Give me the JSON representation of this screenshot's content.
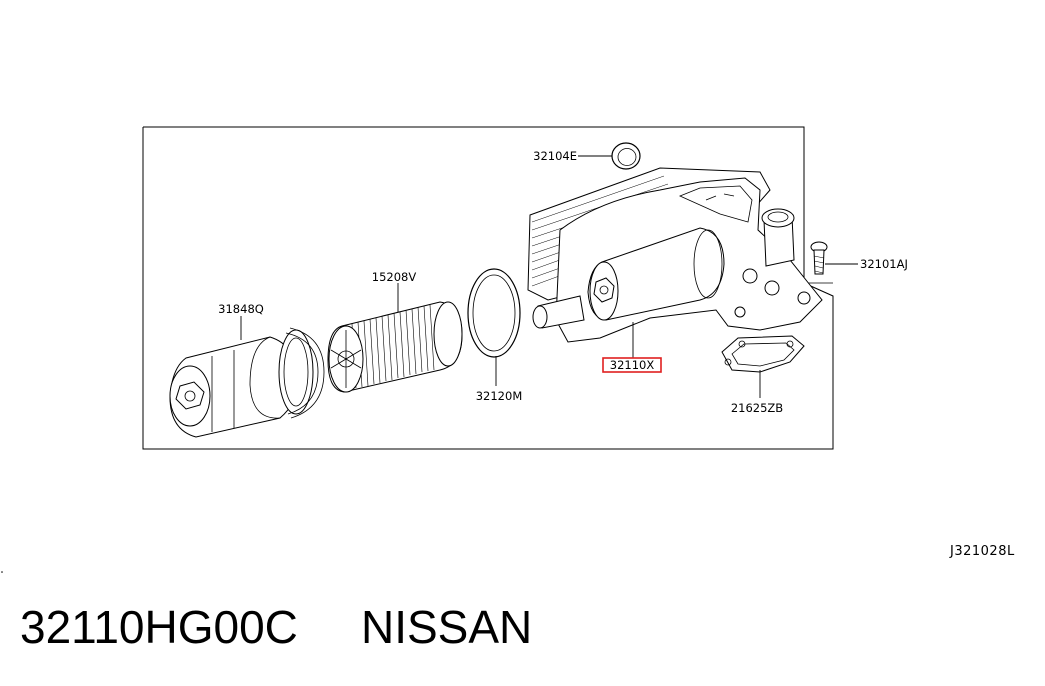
{
  "diagram": {
    "callouts": [
      {
        "id": "seal",
        "label": "32104E"
      },
      {
        "id": "bolt",
        "label": "32101AJ"
      },
      {
        "id": "element",
        "label": "15208V"
      },
      {
        "id": "cap",
        "label": "31848Q"
      },
      {
        "id": "oring",
        "label": "32120M"
      },
      {
        "id": "housing",
        "label": "32110X",
        "highlighted": true
      },
      {
        "id": "gasket",
        "label": "21625ZB"
      }
    ],
    "reference_code": "J321028L",
    "highlight_color": "#e02020"
  },
  "caption": {
    "part_number": "32110HG00C",
    "brand": "NISSAN"
  }
}
